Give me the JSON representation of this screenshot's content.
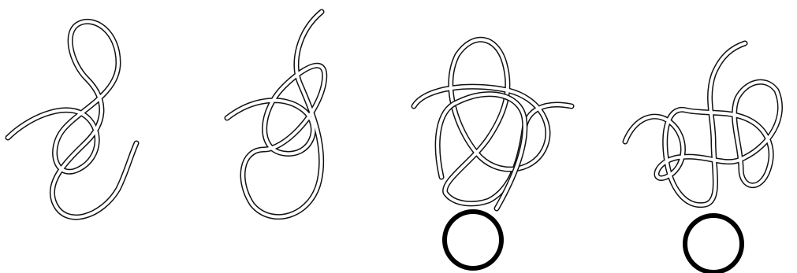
{
  "figure": {
    "panel_count": 4,
    "panels": [
      {
        "name": "knot-diagram-1",
        "has_ring": false
      },
      {
        "name": "knot-diagram-2",
        "has_ring": false
      },
      {
        "name": "knot-diagram-3",
        "has_ring": true
      },
      {
        "name": "knot-diagram-4",
        "has_ring": true
      }
    ],
    "colors": {
      "rope_outline": "#111111",
      "rope_fill": "#ffffff",
      "ring": "#000000",
      "background": "#ffffff"
    }
  }
}
